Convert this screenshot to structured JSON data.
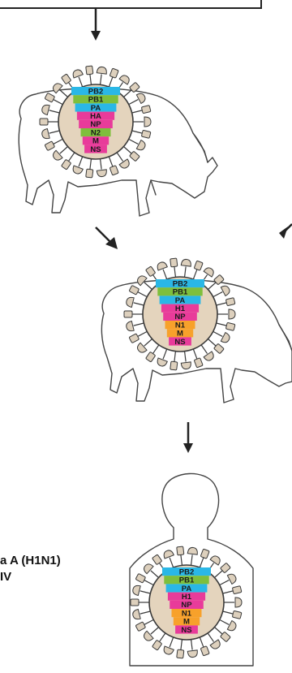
{
  "colors": {
    "capsid": "#e4d4bd",
    "outline": "#3a3a3a",
    "spike_fill": "#ddd0bd",
    "blue": "#2ab7e6",
    "green": "#7ebf3c",
    "magenta": "#e83b9a",
    "orange": "#f7a12b"
  },
  "viruses": [
    {
      "name": "pig-1-virus",
      "segments": [
        {
          "label": "PB2",
          "color": "blue"
        },
        {
          "label": "PB1",
          "color": "green"
        },
        {
          "label": "PA",
          "color": "blue"
        },
        {
          "label": "HA",
          "color": "magenta"
        },
        {
          "label": "NP",
          "color": "magenta"
        },
        {
          "label": "N2",
          "color": "green"
        },
        {
          "label": "M",
          "color": "magenta"
        },
        {
          "label": "NS",
          "color": "magenta"
        }
      ]
    },
    {
      "name": "pig-2-virus",
      "segments": [
        {
          "label": "PB2",
          "color": "blue"
        },
        {
          "label": "PB1",
          "color": "green"
        },
        {
          "label": "PA",
          "color": "blue"
        },
        {
          "label": "H1",
          "color": "magenta"
        },
        {
          "label": "NP",
          "color": "magenta"
        },
        {
          "label": "N1",
          "color": "orange"
        },
        {
          "label": "M",
          "color": "orange"
        },
        {
          "label": "NS",
          "color": "magenta"
        }
      ]
    },
    {
      "name": "human-virus",
      "segments": [
        {
          "label": "PB2",
          "color": "blue"
        },
        {
          "label": "PB1",
          "color": "green"
        },
        {
          "label": "PA",
          "color": "blue"
        },
        {
          "label": "H1",
          "color": "magenta"
        },
        {
          "label": "NP",
          "color": "magenta"
        },
        {
          "label": "N1",
          "color": "orange"
        },
        {
          "label": "M",
          "color": "orange"
        },
        {
          "label": "NS",
          "color": "magenta"
        }
      ]
    }
  ],
  "label": {
    "line1": "a A (H1N1)",
    "line2": "IV"
  }
}
